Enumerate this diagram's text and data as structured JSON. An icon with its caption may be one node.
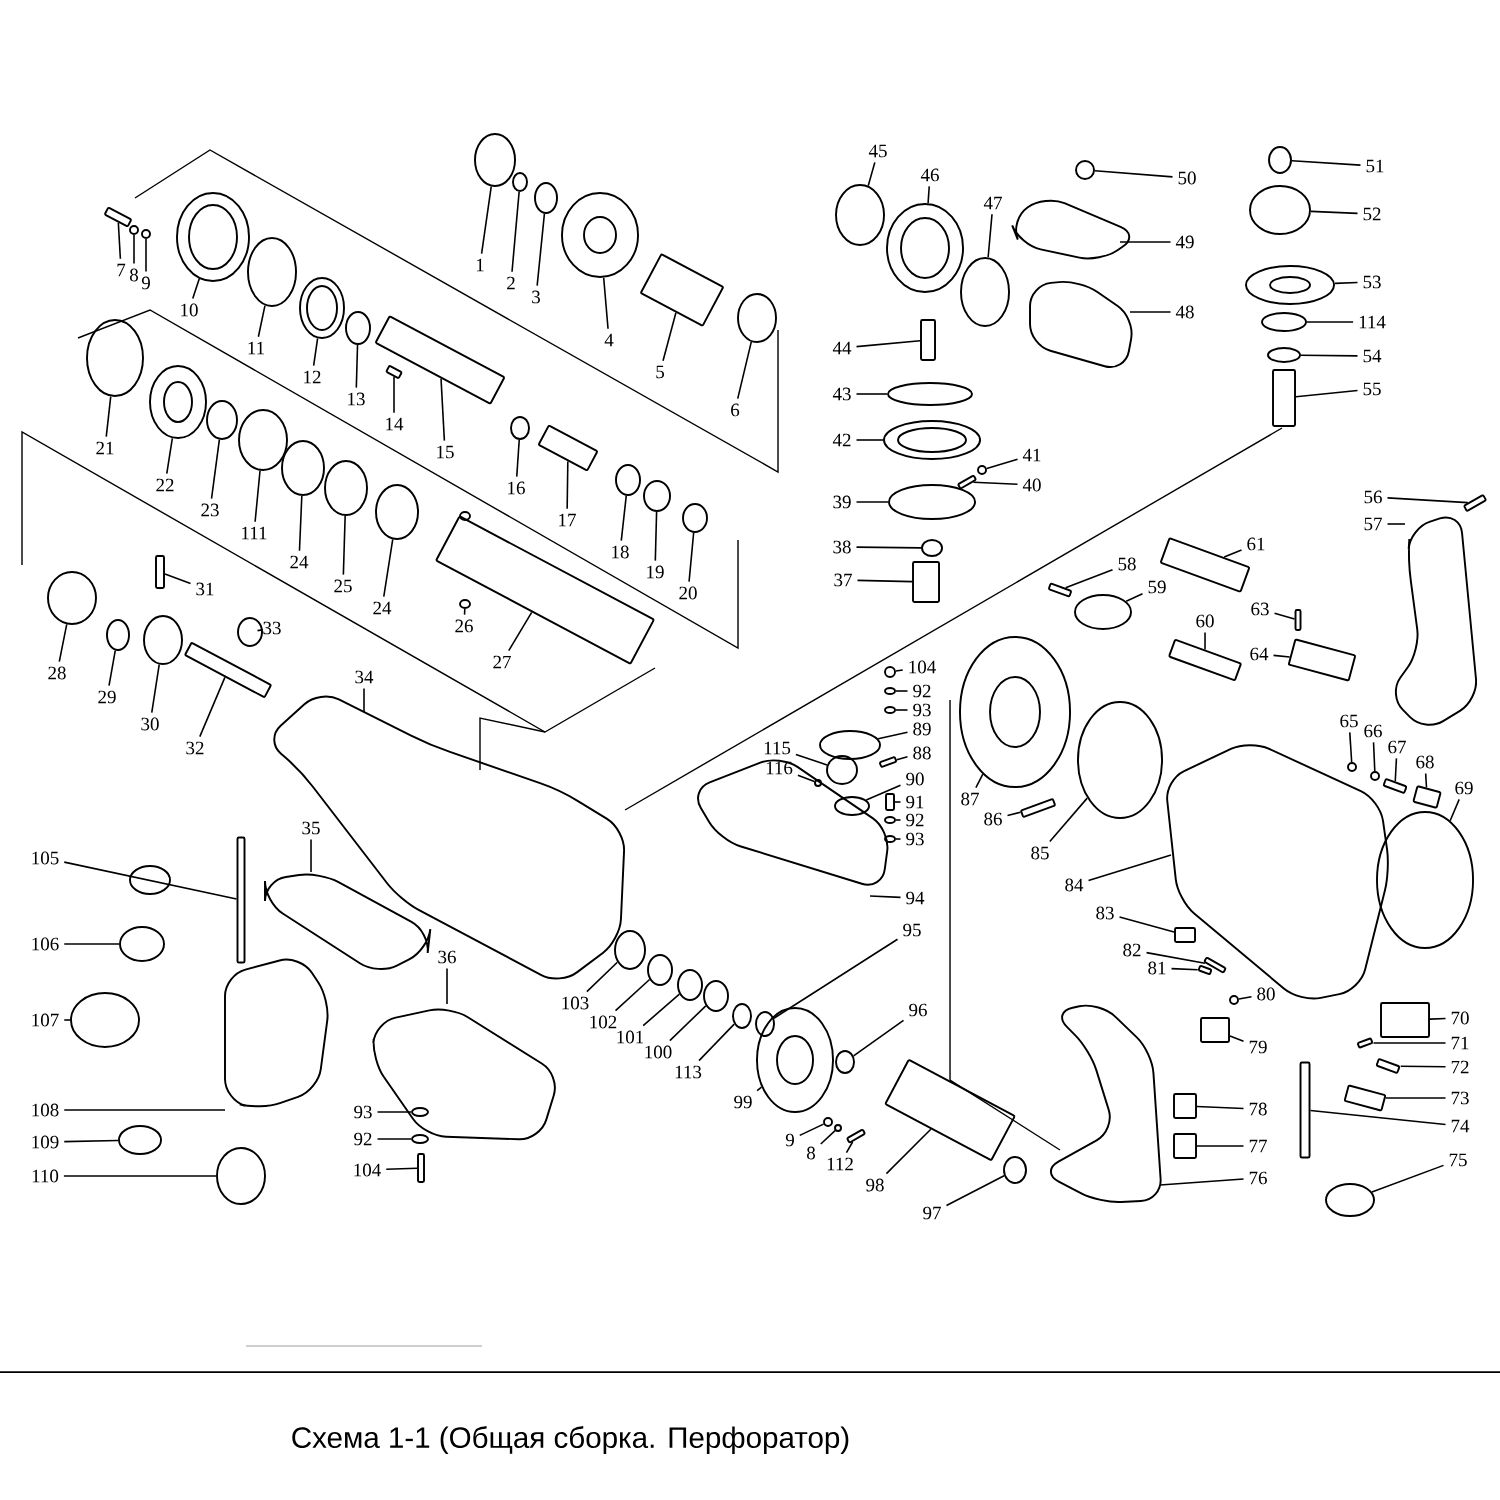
{
  "diagram": {
    "caption": "Схема 1-1 (Общая сборка. Перфоратор)",
    "nodes": [
      {
        "text": [
          "1"
        ]
      },
      {
        "text": [
          "2"
        ]
      },
      {
        "text": [
          "3"
        ]
      },
      {
        "text": [
          "4"
        ]
      },
      {
        "text": [
          "5"
        ]
      },
      {
        "text": [
          "6"
        ]
      },
      {
        "text": [
          "7"
        ]
      },
      {
        "text": [
          "8"
        ]
      },
      {
        "text": [
          "9"
        ]
      },
      {
        "text": [
          "10"
        ]
      },
      {
        "text": [
          "11"
        ]
      },
      {
        "text": [
          "12"
        ]
      },
      {
        "text": [
          "13"
        ]
      },
      {
        "text": [
          "14"
        ]
      },
      {
        "text": [
          "15"
        ]
      },
      {
        "text": [
          "16"
        ]
      },
      {
        "text": [
          "17"
        ]
      },
      {
        "text": [
          "18"
        ]
      },
      {
        "text": [
          "19"
        ]
      },
      {
        "text": [
          "20"
        ]
      },
      {
        "text": [
          "21"
        ]
      },
      {
        "text": [
          "22"
        ]
      },
      {
        "text": [
          "23"
        ]
      },
      {
        "text": [
          "111"
        ]
      },
      {
        "text": [
          "24"
        ]
      },
      {
        "text": [
          "25"
        ]
      },
      {
        "text": [
          "24"
        ]
      },
      {
        "text": [
          "26"
        ]
      },
      {
        "text": [
          "27"
        ]
      },
      {
        "text": [
          "28"
        ]
      },
      {
        "text": [
          "29"
        ]
      },
      {
        "text": [
          "30"
        ]
      },
      {
        "text": [
          "31"
        ]
      },
      {
        "text": [
          "32"
        ]
      },
      {
        "text": [
          "33"
        ]
      },
      {
        "text": [
          "34"
        ]
      },
      {
        "text": [
          "35"
        ]
      },
      {
        "text": [
          "36"
        ]
      },
      {
        "text": [
          "45"
        ]
      },
      {
        "text": [
          "46"
        ]
      },
      {
        "text": [
          "47"
        ]
      },
      {
        "text": [
          "50"
        ]
      },
      {
        "text": [
          "49"
        ]
      },
      {
        "text": [
          "48"
        ]
      },
      {
        "text": [
          "51"
        ]
      },
      {
        "text": [
          "52"
        ]
      },
      {
        "text": [
          "53"
        ]
      },
      {
        "text": [
          "114"
        ]
      },
      {
        "text": [
          "54"
        ]
      },
      {
        "text": [
          "55"
        ]
      },
      {
        "text": [
          "44"
        ]
      },
      {
        "text": [
          "43"
        ]
      },
      {
        "text": [
          "42"
        ]
      },
      {
        "text": [
          "41"
        ]
      },
      {
        "text": [
          "40"
        ]
      },
      {
        "text": [
          "39"
        ]
      },
      {
        "text": [
          "38"
        ]
      },
      {
        "text": [
          "37"
        ]
      },
      {
        "text": [
          "56"
        ]
      },
      {
        "text": [
          "57"
        ]
      },
      {
        "text": [
          "61"
        ]
      },
      {
        "text": [
          "58"
        ]
      },
      {
        "text": [
          "59"
        ]
      },
      {
        "text": [
          "60"
        ]
      },
      {
        "text": [
          "63"
        ]
      },
      {
        "text": [
          "64"
        ]
      },
      {
        "text": [
          "104"
        ]
      },
      {
        "text": [
          "92"
        ]
      },
      {
        "text": [
          "93"
        ]
      },
      {
        "text": [
          "89"
        ]
      },
      {
        "text": [
          "115"
        ]
      },
      {
        "text": [
          "88"
        ]
      },
      {
        "text": [
          "116"
        ]
      },
      {
        "text": [
          "90"
        ]
      },
      {
        "text": [
          "91"
        ]
      },
      {
        "text": [
          "92"
        ]
      },
      {
        "text": [
          "93"
        ]
      },
      {
        "text": [
          "94"
        ]
      },
      {
        "text": [
          "65"
        ]
      },
      {
        "text": [
          "66"
        ]
      },
      {
        "text": [
          "67"
        ]
      },
      {
        "text": [
          "68"
        ]
      },
      {
        "text": [
          "69"
        ]
      },
      {
        "text": [
          "87"
        ]
      },
      {
        "text": [
          "86"
        ]
      },
      {
        "text": [
          "85"
        ]
      },
      {
        "text": [
          "84"
        ]
      },
      {
        "text": [
          "83"
        ]
      },
      {
        "text": [
          "82"
        ]
      },
      {
        "text": [
          "81"
        ]
      },
      {
        "text": [
          "80"
        ]
      },
      {
        "text": [
          "105"
        ]
      },
      {
        "text": [
          "106"
        ]
      },
      {
        "text": [
          "107"
        ]
      },
      {
        "text": [
          "108"
        ]
      },
      {
        "text": [
          "109"
        ]
      },
      {
        "text": [
          "110"
        ]
      },
      {
        "text": [
          "95"
        ]
      },
      {
        "text": [
          "103"
        ]
      },
      {
        "text": [
          "102"
        ]
      },
      {
        "text": [
          "101"
        ]
      },
      {
        "text": [
          "100"
        ]
      },
      {
        "text": [
          "113"
        ]
      },
      {
        "text": [
          "96"
        ]
      },
      {
        "text": [
          "99"
        ]
      },
      {
        "text": [
          "9"
        ]
      },
      {
        "text": [
          "8"
        ]
      },
      {
        "text": [
          "112"
        ]
      },
      {
        "text": [
          "93"
        ]
      },
      {
        "text": [
          "92"
        ]
      },
      {
        "text": [
          "104"
        ]
      },
      {
        "text": [
          "98"
        ]
      },
      {
        "text": [
          "97"
        ]
      },
      {
        "text": [
          "79"
        ]
      },
      {
        "text": [
          "78"
        ]
      },
      {
        "text": [
          "77"
        ]
      },
      {
        "text": [
          "76"
        ]
      },
      {
        "text": [
          "70"
        ]
      },
      {
        "text": [
          "71"
        ]
      },
      {
        "text": [
          "72"
        ]
      },
      {
        "text": [
          "73"
        ]
      },
      {
        "text": [
          "74"
        ]
      },
      {
        "text": [
          "75"
        ]
      },
      {
        "text": [],
        "shape": "circle"
      },
      {
        "text": [],
        "shape": "circle"
      },
      {
        "text": [],
        "shape": "circle"
      },
      {
        "text": [],
        "shape": "circle"
      },
      {
        "text": [],
        "shape": "box"
      },
      {
        "text": [],
        "shape": "circle"
      },
      {
        "text": [],
        "shape": "box"
      },
      {
        "text": [],
        "shape": "circle"
      },
      {
        "text": [],
        "shape": "circle"
      },
      {
        "text": [],
        "shape": "circle"
      },
      {
        "text": [],
        "shape": "circle"
      },
      {
        "text": [],
        "shape": "circle"
      },
      {
        "text": [],
        "shape": "circle"
      },
      {
        "text": [],
        "shape": "box"
      },
      {
        "text": [],
        "shape": "box"
      },
      {
        "text": [],
        "shape": "circle"
      },
      {
        "text": [],
        "shape": "box"
      },
      {
        "text": [],
        "shape": "circle"
      },
      {
        "text": [],
        "shape": "circle"
      },
      {
        "text": [],
        "shape": "circle"
      },
      {
        "text": [],
        "shape": "circle"
      },
      {
        "text": [],
        "shape": "circle"
      },
      {
        "text": [],
        "shape": "circle"
      },
      {
        "text": [],
        "shape": "circle"
      },
      {
        "text": [],
        "shape": "circle"
      },
      {
        "text": [],
        "shape": "circle"
      },
      {
        "text": [],
        "shape": "circle"
      },
      {
        "text": [],
        "shape": "circle"
      },
      {
        "text": [],
        "shape": "box"
      },
      {
        "text": [],
        "shape": "circle"
      },
      {
        "text": [],
        "shape": "circle"
      },
      {
        "text": [],
        "shape": "circle"
      },
      {
        "text": [],
        "shape": "box"
      },
      {
        "text": [],
        "shape": "box"
      },
      {
        "text": [],
        "shape": "circle"
      },
      {
        "text": [],
        "shape": "circle"
      },
      {
        "text": [],
        "shape": "circle"
      },
      {
        "text": [],
        "shape": "circle"
      },
      {
        "text": [],
        "shape": "circle"
      },
      {
        "text": [],
        "shape": "circle"
      },
      {
        "text": [],
        "shape": "circle"
      },
      {
        "text": [],
        "shape": "circle"
      },
      {
        "text": [],
        "shape": "circle"
      },
      {
        "text": [],
        "shape": "circle"
      },
      {
        "text": [],
        "shape": "box"
      },
      {
        "text": [],
        "shape": "box"
      },
      {
        "text": [],
        "shape": "circle"
      },
      {
        "text": [],
        "shape": "circle"
      },
      {
        "text": [],
        "shape": "circle"
      },
      {
        "text": [],
        "shape": "box"
      },
      {
        "text": [],
        "shape": "circle"
      },
      {
        "text": [],
        "shape": "circle"
      },
      {
        "text": [],
        "shape": "box"
      },
      {
        "text": [],
        "shape": "box"
      },
      {
        "text": [],
        "shape": "box"
      },
      {
        "text": [],
        "shape": "box"
      },
      {
        "text": [],
        "shape": "circle"
      },
      {
        "text": [],
        "shape": "box"
      },
      {
        "text": [],
        "shape": "box"
      },
      {
        "text": [],
        "shape": "box"
      },
      {
        "text": [],
        "shape": "circle"
      },
      {
        "text": [],
        "shape": "circle"
      },
      {
        "text": [],
        "shape": "circle"
      },
      {
        "text": [],
        "shape": "circle"
      },
      {
        "text": [],
        "shape": "circle"
      },
      {
        "text": [],
        "shape": "box"
      },
      {
        "text": [],
        "shape": "circle"
      },
      {
        "text": [],
        "shape": "circle"
      },
      {
        "text": [],
        "shape": "box"
      },
      {
        "text": [],
        "shape": "circle"
      },
      {
        "text": [],
        "shape": "circle"
      },
      {
        "text": [],
        "shape": "circle"
      },
      {
        "text": [],
        "shape": "circle"
      },
      {
        "text": [],
        "shape": "box"
      },
      {
        "text": [],
        "shape": "box"
      },
      {
        "text": [],
        "shape": "circle"
      },
      {
        "text": [],
        "shape": "circle"
      },
      {
        "text": [],
        "shape": "box"
      },
      {
        "text": [],
        "shape": "circle"
      },
      {
        "text": [],
        "shape": "box"
      },
      {
        "text": [],
        "shape": "box"
      },
      {
        "text": [],
        "shape": "box"
      },
      {
        "text": [],
        "shape": "circle"
      },
      {
        "text": [],
        "shape": "box"
      },
      {
        "text": [],
        "shape": "circle"
      },
      {
        "text": [],
        "shape": "circle"
      },
      {
        "text": [],
        "shape": "circle"
      },
      {
        "text": [],
        "shape": "circle"
      },
      {
        "text": [],
        "shape": "circle"
      },
      {
        "text": [],
        "shape": "circle"
      },
      {
        "text": [],
        "shape": "circle"
      },
      {
        "text": [],
        "shape": "circle"
      },
      {
        "text": [],
        "shape": "circle"
      },
      {
        "text": [],
        "shape": "circle"
      },
      {
        "text": [],
        "shape": "circle"
      },
      {
        "text": [],
        "shape": "circle"
      },
      {
        "text": [],
        "shape": "circle"
      },
      {
        "text": [],
        "shape": "circle"
      },
      {
        "text": [],
        "shape": "box"
      },
      {
        "text": [],
        "shape": "circle"
      },
      {
        "text": [],
        "shape": "circle"
      },
      {
        "text": [],
        "shape": "box"
      },
      {
        "text": [],
        "shape": "box"
      },
      {
        "text": [],
        "shape": "circle"
      },
      {
        "text": [],
        "shape": "box"
      },
      {
        "text": [],
        "shape": "box"
      },
      {
        "text": [],
        "shape": "box"
      },
      {
        "text": [],
        "shape": "box"
      },
      {
        "text": [],
        "shape": "box"
      },
      {
        "text": [],
        "shape": "box"
      },
      {
        "text": [],
        "shape": "box"
      },
      {
        "text": [],
        "shape": "box"
      },
      {
        "text": [],
        "shape": "circle"
      }
    ],
    "edges": [
      {
        "from": 0,
        "to": 123,
        "arrow": "none"
      },
      {
        "from": 1,
        "to": 124,
        "arrow": "none"
      },
      {
        "from": 2,
        "to": 125,
        "arrow": "none"
      },
      {
        "from": 3,
        "to": 126,
        "arrow": "none"
      },
      {
        "from": 4,
        "to": 127,
        "arrow": "none"
      },
      {
        "from": 5,
        "to": 128,
        "arrow": "none"
      },
      {
        "from": 6,
        "to": 129,
        "arrow": "none"
      },
      {
        "from": 7,
        "to": 130,
        "arrow": "none"
      },
      {
        "from": 8,
        "to": 131,
        "arrow": "none"
      },
      {
        "from": 9,
        "to": 132,
        "arrow": "none"
      },
      {
        "from": 10,
        "to": 133,
        "arrow": "none"
      },
      {
        "from": 11,
        "to": 134,
        "arrow": "none"
      },
      {
        "from": 12,
        "to": 135,
        "arrow": "none"
      },
      {
        "from": 13,
        "to": 136,
        "arrow": "none"
      },
      {
        "from": 14,
        "to": 137,
        "arrow": "none"
      },
      {
        "from": 15,
        "to": 138,
        "arrow": "none"
      },
      {
        "from": 16,
        "to": 139,
        "arrow": "none"
      },
      {
        "from": 17,
        "to": 140,
        "arrow": "none"
      },
      {
        "from": 18,
        "to": 141,
        "arrow": "none"
      },
      {
        "from": 19,
        "to": 142,
        "arrow": "none"
      },
      {
        "from": 20,
        "to": 143,
        "arrow": "none"
      },
      {
        "from": 21,
        "to": 144,
        "arrow": "none"
      },
      {
        "from": 22,
        "to": 145,
        "arrow": "none"
      },
      {
        "from": 23,
        "to": 146,
        "arrow": "none"
      },
      {
        "from": 24,
        "to": 147,
        "arrow": "none"
      },
      {
        "from": 25,
        "to": 148,
        "arrow": "none"
      },
      {
        "from": 26,
        "to": 149,
        "arrow": "none"
      },
      {
        "from": 27,
        "to": 150,
        "arrow": "none"
      },
      {
        "from": 28,
        "to": 151,
        "arrow": "none"
      },
      {
        "from": 29,
        "to": 152,
        "arrow": "none"
      },
      {
        "from": 30,
        "to": 153,
        "arrow": "none"
      },
      {
        "from": 31,
        "to": 154,
        "arrow": "none"
      },
      {
        "from": 32,
        "to": 155,
        "arrow": "none"
      },
      {
        "from": 33,
        "to": 156,
        "arrow": "none"
      },
      {
        "from": 34,
        "to": 157,
        "arrow": "none"
      },
      {
        "from": 35,
        "to": null,
        "arrow": "none"
      },
      {
        "from": 36,
        "to": null,
        "arrow": "none"
      },
      {
        "from": 37,
        "to": null,
        "arrow": "none"
      },
      {
        "from": 38,
        "to": 158,
        "arrow": "none"
      },
      {
        "from": 39,
        "to": 159,
        "arrow": "none"
      },
      {
        "from": 40,
        "to": 160,
        "arrow": "none"
      },
      {
        "from": 41,
        "to": 161,
        "arrow": "none"
      },
      {
        "from": 42,
        "to": null,
        "arrow": "none"
      },
      {
        "from": 43,
        "to": null,
        "arrow": "none"
      },
      {
        "from": 44,
        "to": 162,
        "arrow": "none"
      },
      {
        "from": 45,
        "to": 163,
        "arrow": "none"
      },
      {
        "from": 46,
        "to": 164,
        "arrow": "none"
      },
      {
        "from": 47,
        "to": 165,
        "arrow": "none"
      },
      {
        "from": 48,
        "to": 166,
        "arrow": "none"
      },
      {
        "from": 49,
        "to": 167,
        "arrow": "none"
      },
      {
        "from": 50,
        "to": 168,
        "arrow": "none"
      },
      {
        "from": 51,
        "to": 169,
        "arrow": "none"
      },
      {
        "from": 52,
        "to": 170,
        "arrow": "none"
      },
      {
        "from": 53,
        "to": 171,
        "arrow": "none"
      },
      {
        "from": 54,
        "to": 172,
        "arrow": "none"
      },
      {
        "from": 55,
        "to": 173,
        "arrow": "none"
      },
      {
        "from": 56,
        "to": 174,
        "arrow": "none"
      },
      {
        "from": 57,
        "to": 175,
        "arrow": "none"
      },
      {
        "from": 58,
        "to": 176,
        "arrow": "none"
      },
      {
        "from": 59,
        "to": null,
        "arrow": "none"
      },
      {
        "from": 60,
        "to": 177,
        "arrow": "none"
      },
      {
        "from": 61,
        "to": 178,
        "arrow": "none"
      },
      {
        "from": 62,
        "to": 179,
        "arrow": "none"
      },
      {
        "from": 63,
        "to": 180,
        "arrow": "none"
      },
      {
        "from": 64,
        "to": 181,
        "arrow": "none"
      },
      {
        "from": 65,
        "to": 182,
        "arrow": "none"
      },
      {
        "from": 66,
        "to": 183,
        "arrow": "none"
      },
      {
        "from": 67,
        "to": 184,
        "arrow": "none"
      },
      {
        "from": 68,
        "to": 185,
        "arrow": "none"
      },
      {
        "from": 69,
        "to": 186,
        "arrow": "none"
      },
      {
        "from": 70,
        "to": 187,
        "arrow": "none"
      },
      {
        "from": 71,
        "to": 188,
        "arrow": "none"
      },
      {
        "from": 72,
        "to": 189,
        "arrow": "none"
      },
      {
        "from": 73,
        "to": 190,
        "arrow": "none"
      },
      {
        "from": 74,
        "to": 191,
        "arrow": "none"
      },
      {
        "from": 75,
        "to": 192,
        "arrow": "none"
      },
      {
        "from": 76,
        "to": 193,
        "arrow": "none"
      },
      {
        "from": 77,
        "to": null,
        "arrow": "none"
      },
      {
        "from": 78,
        "to": 194,
        "arrow": "none"
      },
      {
        "from": 79,
        "to": 195,
        "arrow": "none"
      },
      {
        "from": 80,
        "to": 196,
        "arrow": "none"
      },
      {
        "from": 81,
        "to": 197,
        "arrow": "none"
      },
      {
        "from": 82,
        "to": 198,
        "arrow": "none"
      },
      {
        "from": 83,
        "to": 199,
        "arrow": "none"
      },
      {
        "from": 84,
        "to": 200,
        "arrow": "none"
      },
      {
        "from": 85,
        "to": 201,
        "arrow": "none"
      },
      {
        "from": 86,
        "to": null,
        "arrow": "none"
      },
      {
        "from": 87,
        "to": 202,
        "arrow": "none"
      },
      {
        "from": 88,
        "to": 203,
        "arrow": "none"
      },
      {
        "from": 89,
        "to": 204,
        "arrow": "none"
      },
      {
        "from": 90,
        "to": 205,
        "arrow": "none"
      },
      {
        "from": 91,
        "to": 206,
        "arrow": "none"
      },
      {
        "from": 92,
        "to": 207,
        "arrow": "none"
      },
      {
        "from": 93,
        "to": 208,
        "arrow": "none"
      },
      {
        "from": 94,
        "to": null,
        "arrow": "none"
      },
      {
        "from": 95,
        "to": 209,
        "arrow": "none"
      },
      {
        "from": 96,
        "to": 210,
        "arrow": "none"
      },
      {
        "from": 97,
        "to": 211,
        "arrow": "none"
      },
      {
        "from": 98,
        "to": 212,
        "arrow": "none"
      },
      {
        "from": 99,
        "to": 213,
        "arrow": "none"
      },
      {
        "from": 100,
        "to": 214,
        "arrow": "none"
      },
      {
        "from": 101,
        "to": 215,
        "arrow": "none"
      },
      {
        "from": 102,
        "to": 216,
        "arrow": "none"
      },
      {
        "from": 103,
        "to": 217,
        "arrow": "none"
      },
      {
        "from": 104,
        "to": 218,
        "arrow": "none"
      },
      {
        "from": 105,
        "to": 219,
        "arrow": "none"
      },
      {
        "from": 106,
        "to": 220,
        "arrow": "none"
      },
      {
        "from": 107,
        "to": 221,
        "arrow": "none"
      },
      {
        "from": 108,
        "to": 222,
        "arrow": "none"
      },
      {
        "from": 109,
        "to": 223,
        "arrow": "none"
      },
      {
        "from": 110,
        "to": 224,
        "arrow": "none"
      },
      {
        "from": 111,
        "to": 225,
        "arrow": "none"
      },
      {
        "from": 112,
        "to": 226,
        "arrow": "none"
      },
      {
        "from": 113,
        "to": 227,
        "arrow": "none"
      },
      {
        "from": 114,
        "to": 228,
        "arrow": "none"
      },
      {
        "from": 115,
        "to": 229,
        "arrow": "none"
      },
      {
        "from": 116,
        "to": null,
        "arrow": "none"
      },
      {
        "from": 117,
        "to": 230,
        "arrow": "none"
      },
      {
        "from": 118,
        "to": 231,
        "arrow": "none"
      },
      {
        "from": 119,
        "to": 232,
        "arrow": "none"
      },
      {
        "from": 120,
        "to": 233,
        "arrow": "none"
      },
      {
        "from": 121,
        "to": 234,
        "arrow": "none"
      },
      {
        "from": 122,
        "to": 235,
        "arrow": "none"
      }
    ]
  }
}
